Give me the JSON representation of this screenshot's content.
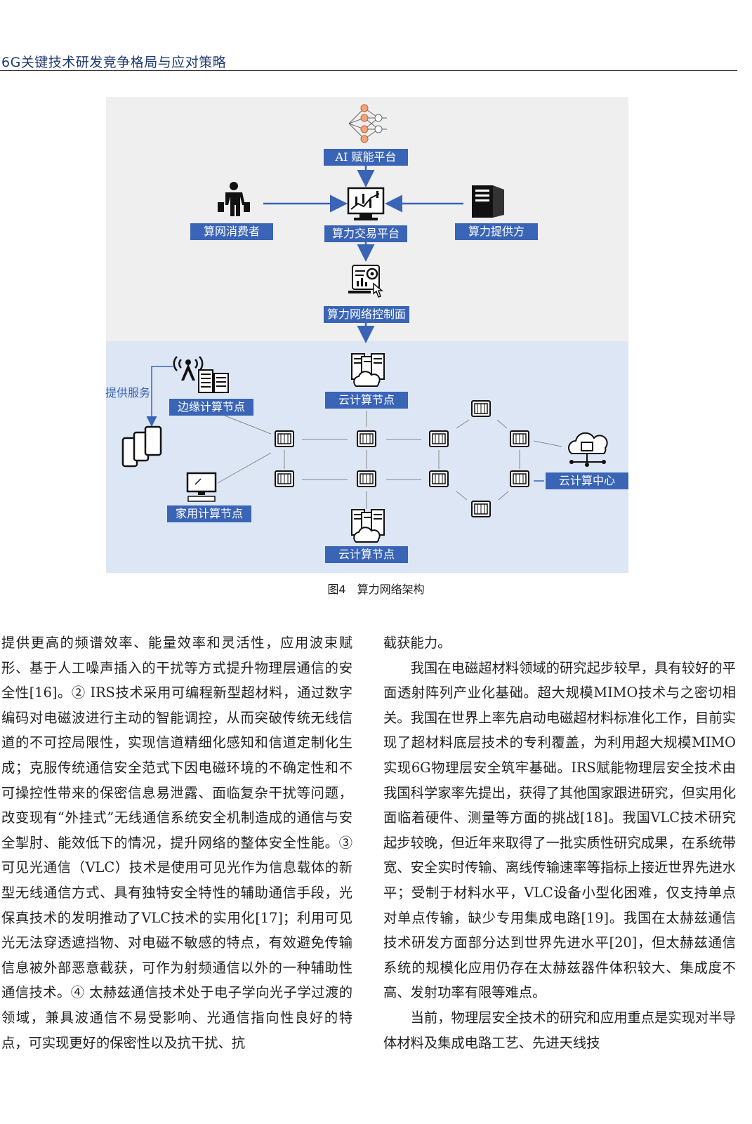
{
  "header": {
    "title": "6G关键技术研发竞争格局与应对策略"
  },
  "figure": {
    "caption": "图4　算力网络架构",
    "labels": {
      "ai": "AI 赋能平台",
      "consumer": "算网消费者",
      "exchange": "算力交易平台",
      "provider": "算力提供方",
      "control": "算力网络控制面",
      "edge": "边缘计算节点",
      "cloud_top": "云计算节点",
      "home": "家用计算节点",
      "cloud_bottom": "云计算节点",
      "datacenter": "云计算中心",
      "service": "提供服务"
    }
  },
  "body": {
    "left": [
      "提供更高的频谱效率、能量效率和灵活性，应用波束赋形、基于人工噪声插入的干扰等方式提升物理层通信的安全性[16]。② IRS技术采用可编程新型超材料，通过数字编码对电磁波进行主动的智能调控，从而突破传统无线信道的不可控局限性，实现信道精细化感知和信道定制化生成；克服传统通信安全范式下因电磁环境的不确定性和不可操控性带来的保密信息易泄露、面临复杂干扰等问题，改变现有“外挂式”无线通信系统安全机制造成的通信与安全掣肘、能效低下的情况，提升网络的整体安全性能。③ 可见光通信（VLC）技术是使用可见光作为信息载体的新型无线通信方式、具有独特安全特性的辅助通信手段，光保真技术的发明推动了VLC技术的实用化[17]；利用可见光无法穿透遮挡物、对电磁不敏感的特点，有效避免传输信息被外部恶意截获，可作为射频通信以外的一种辅助性通信技术。④ 太赫兹通信技术处于电子学向光子学过渡的领域，兼具波通信不易受影响、光通信指向性良好的特点，可实现更好的保密性以及抗干扰、抗"
    ],
    "right": [
      "截获能力。",
      "我国在电磁超材料领域的研究起步较早，具有较好的平面透射阵列产业化基础。超大规模MIMO技术与之密切相关。我国在世界上率先启动电磁超材料标准化工作，目前实现了超材料底层技术的专利覆盖，为利用超大规模MIMO实现6G物理层安全筑牢基础。IRS赋能物理层安全技术由我国科学家率先提出，获得了其他国家跟进研究，但实用化面临着硬件、测量等方面的挑战[18]。我国VLC技术研究起步较晚，但近年来取得了一批实质性研究成果，在系统带宽、安全实时传输、离线传输速率等指标上接近世界先进水平；受制于材料水平，VLC设备小型化困难，仅支持单点对单点传输，缺少专用集成电路[19]。我国在太赫兹通信技术研发方面部分达到世界先进水平[20]，但太赫兹通信系统的规模化应用仍存在太赫兹器件体积较大、集成度不高、发射功率有限等难点。",
      "当前，物理层安全技术的研究和应用重点是实现对半导体材料及集成电路工艺、先进天线技"
    ]
  }
}
